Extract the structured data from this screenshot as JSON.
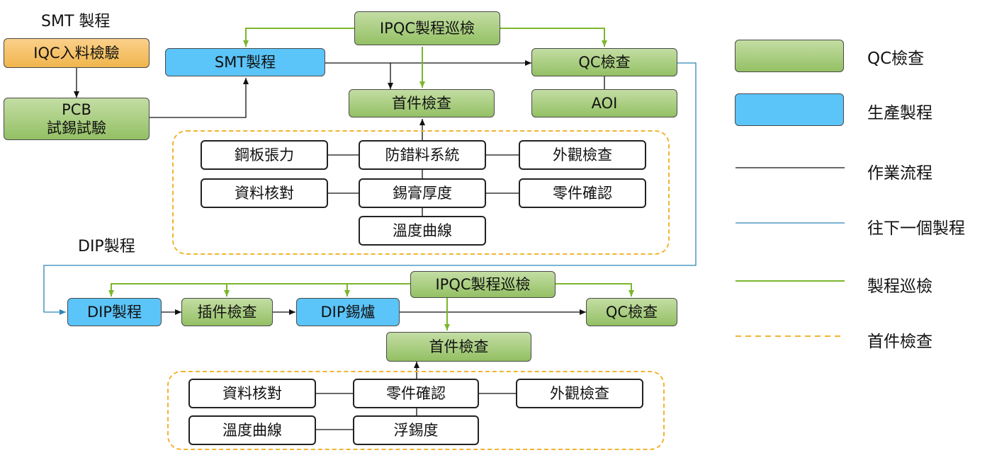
{
  "labels": {
    "smt_title": "SMT 製程",
    "dip_title": "DIP製程"
  },
  "smt": {
    "iqc": "IQC入料檢驗",
    "pcb_line1": "PCB",
    "pcb_line2": "試錫試驗",
    "smt_process": "SMT製程",
    "ipqc": "IPQC製程巡檢",
    "first_check": "首件檢查",
    "qc": "QC檢查",
    "aoi": "AOI",
    "items": {
      "stencil_tension": "鋼板張力",
      "anti_error": "防錯料系統",
      "appearance": "外觀檢查",
      "data_check": "資料核對",
      "paste_thickness": "錫膏厚度",
      "parts_confirm": "零件確認",
      "temp_curve": "溫度曲線"
    }
  },
  "dip": {
    "dip_process": "DIP製程",
    "insert_check": "插件檢查",
    "solder_oven": "DIP錫爐",
    "qc": "QC檢查",
    "ipqc": "IPQC製程巡檢",
    "first_check": "首件檢查",
    "items": {
      "data_check": "資料核對",
      "parts_confirm": "零件確認",
      "appearance": "外觀檢查",
      "temp_curve": "溫度曲線",
      "float_solder": "浮錫度"
    }
  },
  "legend": {
    "qc": "QC檢查",
    "production": "生產製程",
    "workflow": "作業流程",
    "next_process": "往下一個製程",
    "patrol": "製程巡檢",
    "first_article": "首件檢查"
  },
  "colors": {
    "green_box": "#a6cf7c",
    "blue_box": "#5bc4f8",
    "orange_box": "#f0b54d",
    "green_line": "#7cb62c",
    "blue_line": "#2e86b9",
    "dash": "#f2b431"
  }
}
